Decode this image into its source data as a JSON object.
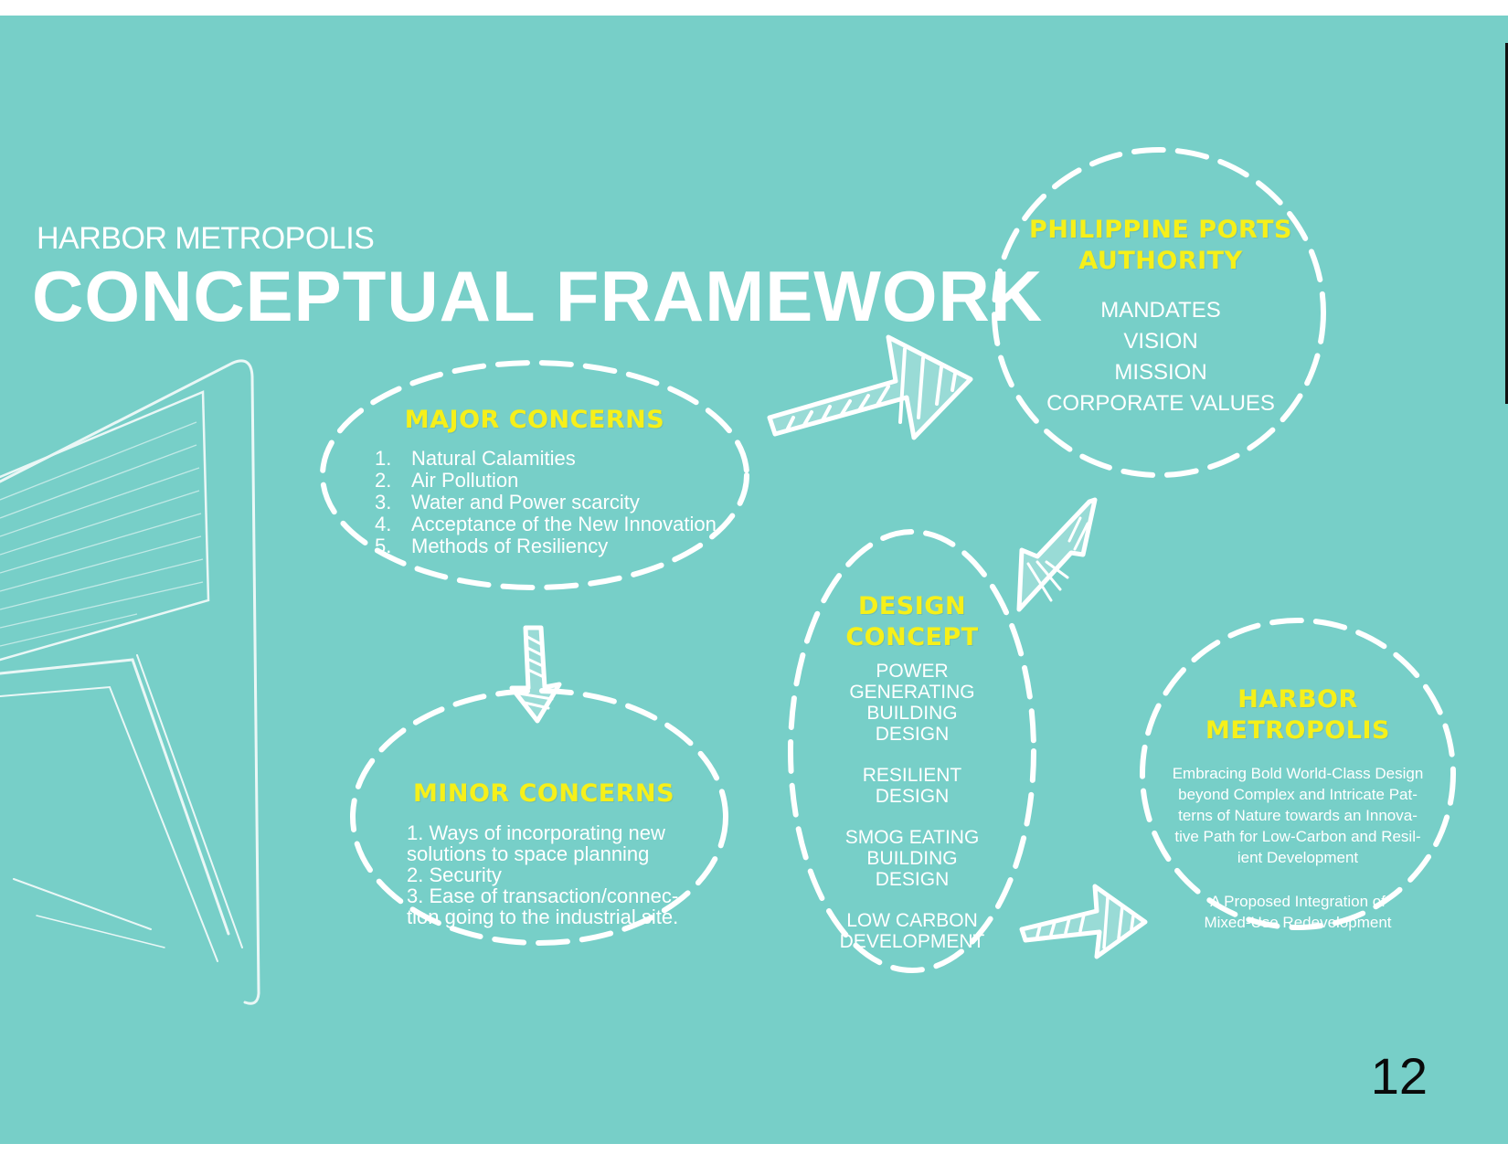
{
  "header": {
    "kicker": "HARBOR METROPOLIS",
    "title": "CONCEPTUAL FRAMEWORK"
  },
  "nodes": {
    "major_concerns": {
      "title": "MAJOR CONCERNS",
      "items": [
        {
          "num": "1.",
          "text": "Natural Calamities"
        },
        {
          "num": "2.",
          "text": "Air Pollution"
        },
        {
          "num": "3.",
          "text": "Water and Power scarcity"
        },
        {
          "num": "4.",
          "text": "Acceptance of the New Innovation"
        },
        {
          "num": "5.",
          "text": "Methods of Resiliency"
        }
      ]
    },
    "minor_concerns": {
      "title": "MINOR CONCERNS",
      "lines": [
        "1.    Ways of incorporating new",
        "solutions to space planning",
        "2.     Security",
        "3.    Ease  of  transaction/connec-",
        "tion going to the industrial site."
      ]
    },
    "philippine_ports_authority": {
      "title_line1": "PHILIPPINE PORTS",
      "title_line2": "AUTHORITY",
      "items": [
        "MANDATES",
        "VISION",
        "MISSION",
        "CORPORATE VALUES"
      ]
    },
    "design_concept": {
      "title_line1": "DESIGN",
      "title_line2": "CONCEPT",
      "item1": [
        "POWER",
        "GENERATING",
        "BUILDING",
        "DESIGN"
      ],
      "item2": [
        "RESILIENT",
        "DESIGN"
      ],
      "item3": [
        "SMOG EATING",
        "BUILDING",
        "DESIGN"
      ],
      "item4": [
        "LOW CARBON",
        "DEVELOPMENT"
      ]
    },
    "harbor_metropolis": {
      "title_line1": "HARBOR",
      "title_line2": "METROPOLIS",
      "description": [
        "Embracing Bold World-Class Design",
        "beyond Complex and Intricate Pat-",
        "terns of Nature towards an Innova-",
        "tive Path for Low-Carbon and Resil-",
        "ient Development"
      ],
      "subtitle": [
        "A Proposed Integration of",
        "Mixed-Use Redevelopment"
      ]
    }
  },
  "page_number": "12",
  "colors": {
    "background": "#77cfc8",
    "title_yellow": "#f6f01a",
    "text_white": "#ffffff"
  }
}
